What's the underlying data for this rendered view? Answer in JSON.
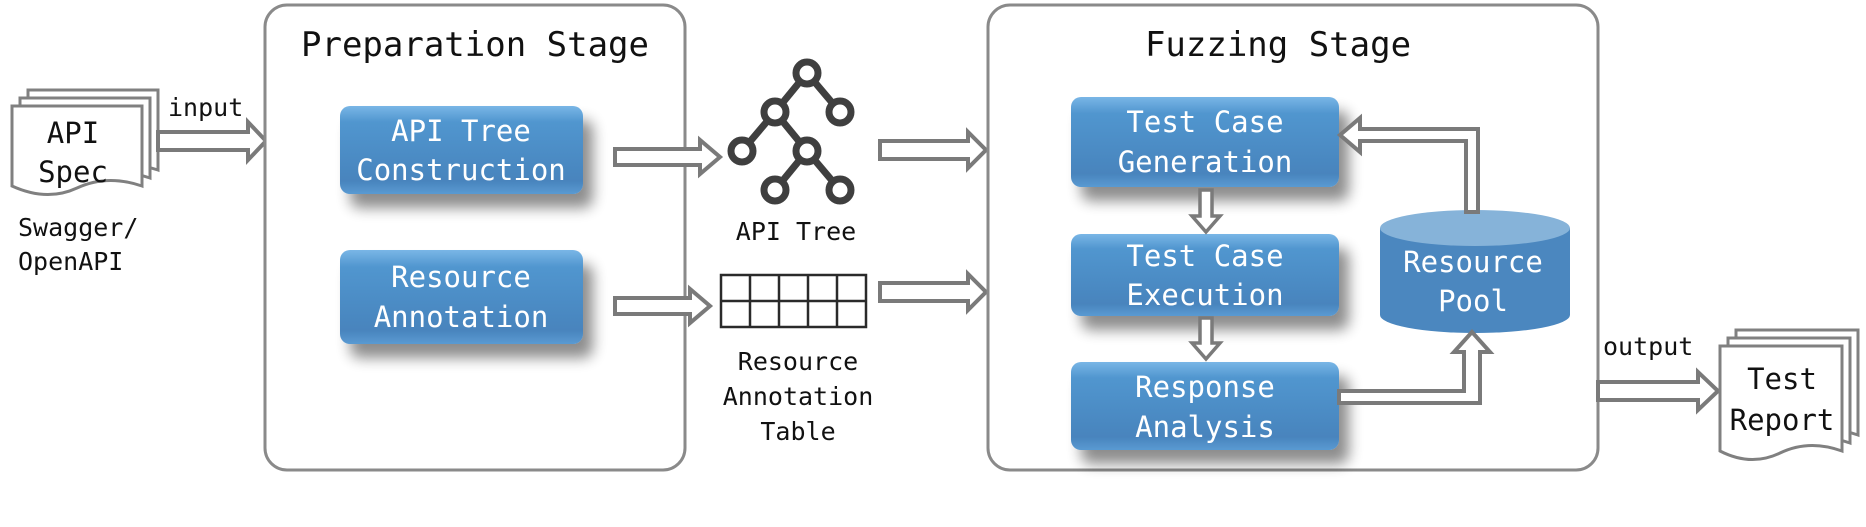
{
  "input_doc": {
    "line1": "API",
    "line2": "Spec",
    "caption1": "Swagger/",
    "caption2": "OpenAPI",
    "arrow_label": "input"
  },
  "preparation": {
    "title": "Preparation Stage",
    "api_tree_construction": {
      "line1": "API Tree",
      "line2": "Construction"
    },
    "resource_annotation": {
      "line1": "Resource",
      "line2": "Annotation"
    }
  },
  "artifacts": {
    "api_tree_label": "API Tree",
    "table_label1": "Resource",
    "table_label2": "Annotation",
    "table_label3": "Table"
  },
  "fuzzing": {
    "title": "Fuzzing Stage",
    "generation": {
      "line1": "Test Case",
      "line2": "Generation"
    },
    "execution": {
      "line1": "Test Case",
      "line2": "Execution"
    },
    "analysis": {
      "line1": "Response",
      "line2": "Analysis"
    },
    "pool": {
      "line1": "Resource",
      "line2": "Pool"
    }
  },
  "output_doc": {
    "arrow_label": "output",
    "line1": "Test",
    "line2": "Report"
  },
  "colors": {
    "box_fill": "#4a8ac0",
    "box_top": "#6aa8db",
    "frame": "#8a8a8a",
    "arrow": "#7a7a7a",
    "dark_icon": "#3f3f3f"
  }
}
